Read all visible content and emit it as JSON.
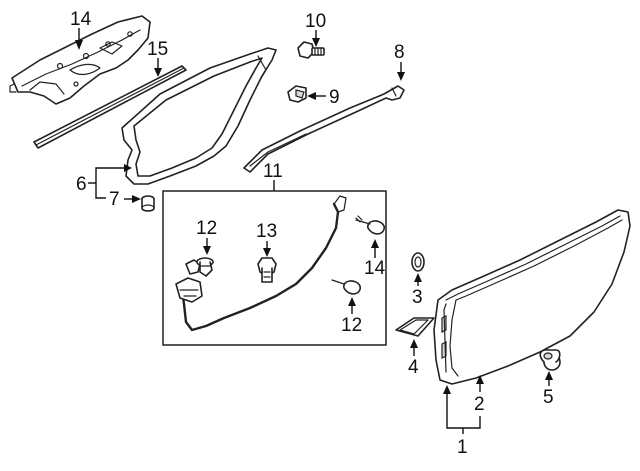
{
  "diagram": {
    "title": "",
    "callouts": [
      {
        "id": "c1",
        "label": "1"
      },
      {
        "id": "c2",
        "label": "2"
      },
      {
        "id": "c3",
        "label": "3"
      },
      {
        "id": "c4",
        "label": "4"
      },
      {
        "id": "c5",
        "label": "5"
      },
      {
        "id": "c6",
        "label": "6"
      },
      {
        "id": "c7",
        "label": "7"
      },
      {
        "id": "c8",
        "label": "8"
      },
      {
        "id": "c9",
        "label": "9"
      },
      {
        "id": "c10",
        "label": "10"
      },
      {
        "id": "c11",
        "label": "11"
      },
      {
        "id": "c12a",
        "label": "12"
      },
      {
        "id": "c12b",
        "label": "12"
      },
      {
        "id": "c13",
        "label": "13"
      },
      {
        "id": "c14",
        "label": "14"
      },
      {
        "id": "c15",
        "label": "15"
      },
      {
        "id": "c16",
        "label": "16"
      }
    ]
  },
  "colors": {
    "line": "#222222",
    "fill": "#ffffff",
    "shade": "#d8d8d8",
    "background": "#ffffff"
  }
}
